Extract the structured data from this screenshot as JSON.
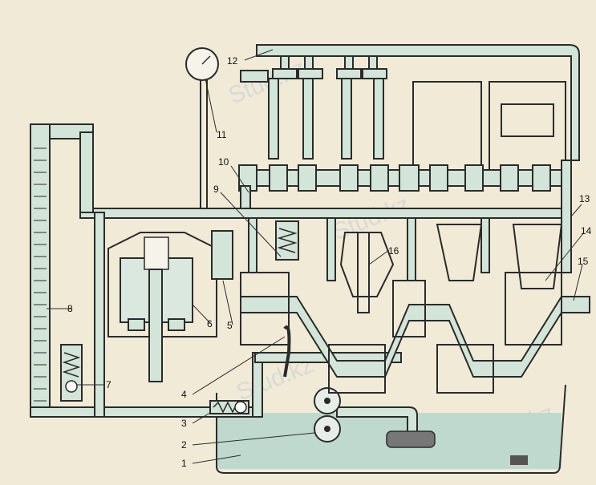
{
  "watermark": "Stud.kz",
  "gauge_label": "11",
  "callouts": [
    {
      "id": "1",
      "text": "1"
    },
    {
      "id": "2",
      "text": "2"
    },
    {
      "id": "3",
      "text": "3"
    },
    {
      "id": "4",
      "text": "4"
    },
    {
      "id": "5",
      "text": "5"
    },
    {
      "id": "6",
      "text": "6"
    },
    {
      "id": "7",
      "text": "7"
    },
    {
      "id": "8",
      "text": "8"
    },
    {
      "id": "9",
      "text": "9"
    },
    {
      "id": "10",
      "text": "10"
    },
    {
      "id": "11",
      "text": "11"
    },
    {
      "id": "12",
      "text": "12"
    },
    {
      "id": "13",
      "text": "13"
    },
    {
      "id": "14",
      "text": "14"
    },
    {
      "id": "15",
      "text": "15"
    },
    {
      "id": "16",
      "text": "16"
    }
  ]
}
